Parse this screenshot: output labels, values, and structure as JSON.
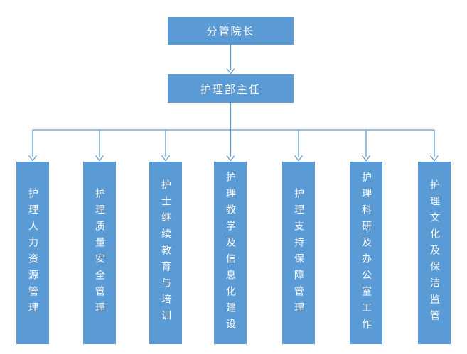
{
  "org": {
    "root": {
      "label": "分管院长"
    },
    "manager": {
      "label": "护理部主任"
    },
    "departments": [
      {
        "label": "护理人力资源管理"
      },
      {
        "label": "护理质量安全管理"
      },
      {
        "label": "护士继续教育与培训"
      },
      {
        "label": "护理教学及信息化建设"
      },
      {
        "label": "护理支持保障管理"
      },
      {
        "label": "护理科研及办公室工作"
      },
      {
        "label": "护理文化及保洁监管"
      }
    ]
  },
  "colors": {
    "box_fill": "#5b9bd5",
    "box_text": "#ffffff",
    "connector": "#5b9bd5",
    "background": "#ffffff"
  }
}
